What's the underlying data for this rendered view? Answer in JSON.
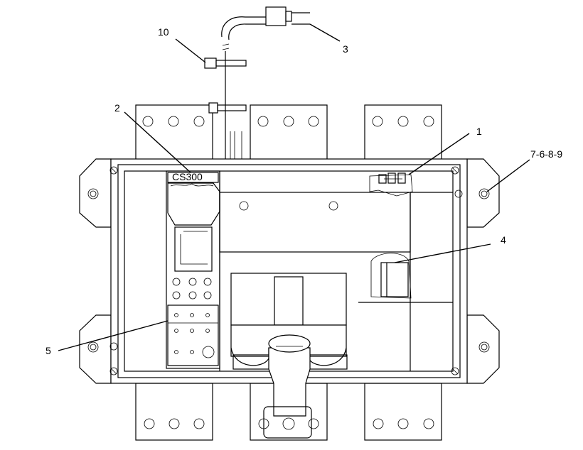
{
  "callouts": [
    {
      "id": "1",
      "text": "1"
    },
    {
      "id": "2",
      "text": "2"
    },
    {
      "id": "3",
      "text": "3"
    },
    {
      "id": "4",
      "text": "4"
    },
    {
      "id": "5",
      "text": "5"
    },
    {
      "id": "7-6-8-9",
      "text": "7-6-8-9"
    },
    {
      "id": "10",
      "text": "10"
    }
  ],
  "component_text": {
    "module_label": "CS300"
  }
}
